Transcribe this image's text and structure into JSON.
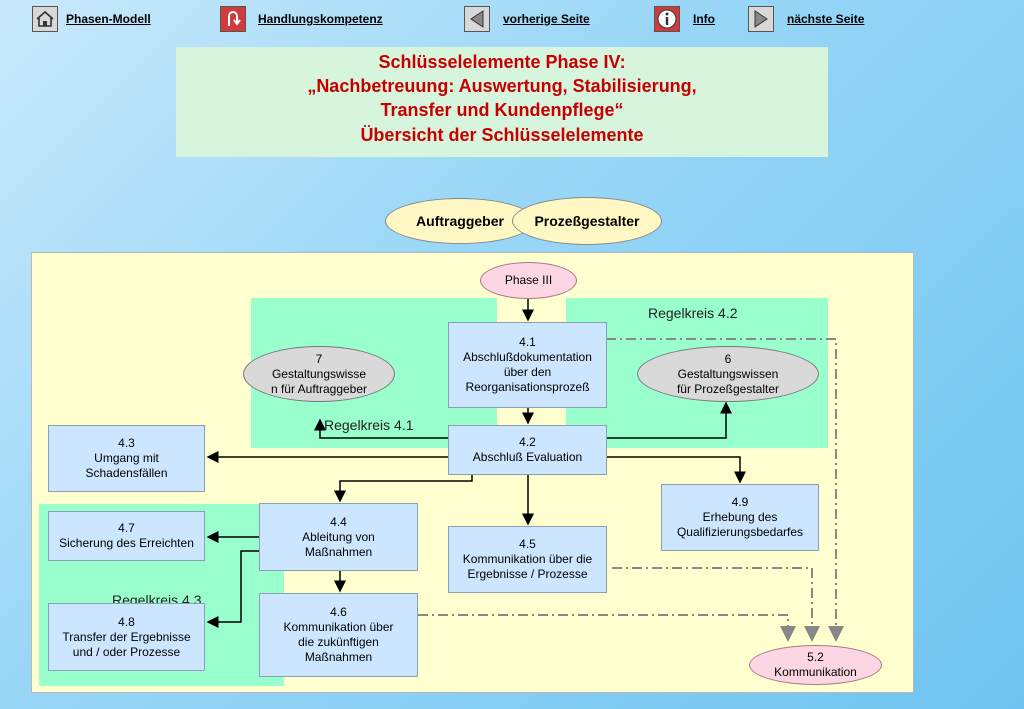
{
  "nav": {
    "phasen_modell": "Phasen-Modell",
    "handlungskompetenz": "Handlungskompetenz",
    "vorherige_seite": "vorherige Seite",
    "info": "Info",
    "naechste_seite": "nächste Seite",
    "icons": [
      "home-icon",
      "u-turn-icon",
      "back-arrow-icon",
      "info-icon",
      "forward-arrow-icon"
    ]
  },
  "title": {
    "line1": "Schlüsselelemente Phase IV:",
    "line2": "„Nachbetreuung: Auswertung, Stabilisierung,",
    "line3": "Transfer und Kundenpflege“",
    "line4": "Übersicht der Schlüsselelemente"
  },
  "roles": {
    "auftraggeber": "Auftraggeber",
    "prozessgestalter": "Prozeßgestalter"
  },
  "diagram": {
    "phase3": "Phase III",
    "regelkreis_41": "Regelkreis 4.1",
    "regelkreis_42": "Regelkreis 4.2",
    "regelkreis_43": "Regelkreis 4.3",
    "node7": {
      "l1": "7",
      "l2": "Gestaltungswisse",
      "l3": "n für Auftraggeber"
    },
    "node6": {
      "l1": "6",
      "l2": "Gestaltungswissen",
      "l3": "für Prozeßgestalter"
    },
    "n41": {
      "l1": "4.1",
      "l2": "Abschlußdokumentation",
      "l3": "über den",
      "l4": "Reorganisationsprozeß"
    },
    "n42": {
      "l1": "4.2",
      "l2": "Abschluß Evaluation"
    },
    "n43": {
      "l1": "4.3",
      "l2": "Umgang mit",
      "l3": "Schadensfällen"
    },
    "n44": {
      "l1": "4.4",
      "l2": "Ableitung von",
      "l3": "Maßnahmen"
    },
    "n45": {
      "l1": "4.5",
      "l2": "Kommunikation über die",
      "l3": "Ergebnisse / Prozesse"
    },
    "n46": {
      "l1": "4.6",
      "l2": "Kommunikation über",
      "l3": "die zukünftigen",
      "l4": "Maßnahmen"
    },
    "n47": {
      "l1": "4.7",
      "l2": "Sicherung des Erreichten"
    },
    "n48": {
      "l1": "4.8",
      "l2": "Transfer der Ergebnisse",
      "l3": "und / oder Prozesse"
    },
    "n49": {
      "l1": "4.9",
      "l2": "Erhebung des",
      "l3": "Qualifizierungsbedarfes"
    },
    "n52": {
      "l1": "5.2",
      "l2": "Kommunikation"
    }
  },
  "colors": {
    "title_red": "#c60000",
    "panel_yellow": "#ffffcf",
    "regelkreis_green": "#99ffcc",
    "box_blue": "#cce6ff"
  }
}
